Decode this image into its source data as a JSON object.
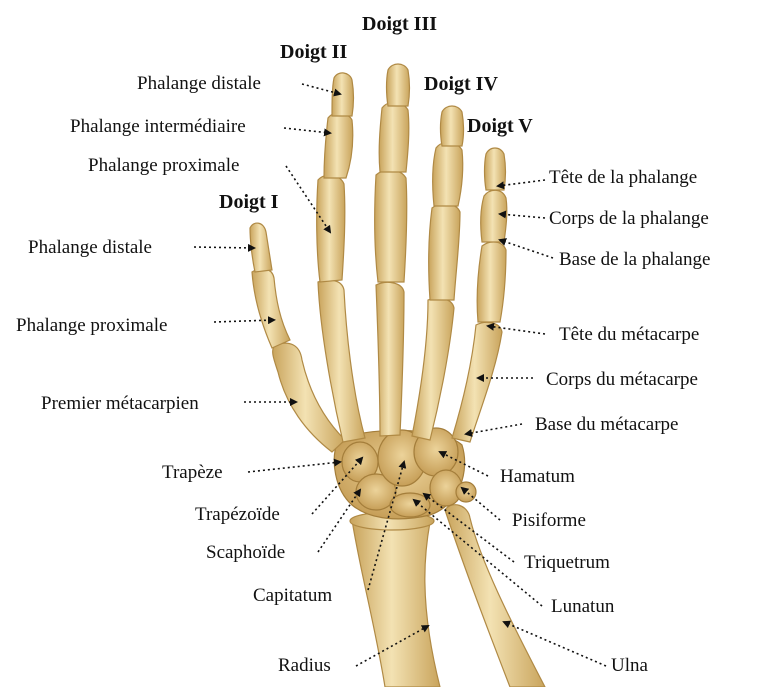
{
  "diagram": {
    "colors": {
      "bone_fill": "#ead39b",
      "bone_shade": "#c9a45c",
      "bone_outline": "#b08a45",
      "carpal_fill": "#dcb774",
      "leader_line": "#111111",
      "background": "#ffffff"
    },
    "digits": {
      "I": "Doigt I",
      "II": "Doigt II",
      "III": "Doigt III",
      "IV": "Doigt IV",
      "V": "Doigt V"
    },
    "labels": {
      "d2_distal": "Phalange distale",
      "d2_intermediate": "Phalange intermédiaire",
      "d2_proximal": "Phalange proximale",
      "d1_distal": "Phalange distale",
      "d1_proximal": "Phalange proximale",
      "first_metacarpal": "Premier métacarpien",
      "trapeze": "Trapèze",
      "trapezoid": "Trapézoïde",
      "scaphoid": "Scaphoïde",
      "capitate": "Capitatum",
      "radius": "Radius",
      "phalanx_head": "Tête de la phalange",
      "phalanx_body": "Corps de la phalange",
      "phalanx_base": "Base de la phalange",
      "metacarpal_head": "Tête du métacarpe",
      "metacarpal_body": "Corps du métacarpe",
      "metacarpal_base": "Base du métacarpe",
      "hamate": "Hamatum",
      "pisiform": "Pisiforme",
      "triquetrum": "Triquetrum",
      "lunate": "Lunatun",
      "ulna": "Ulna"
    }
  }
}
